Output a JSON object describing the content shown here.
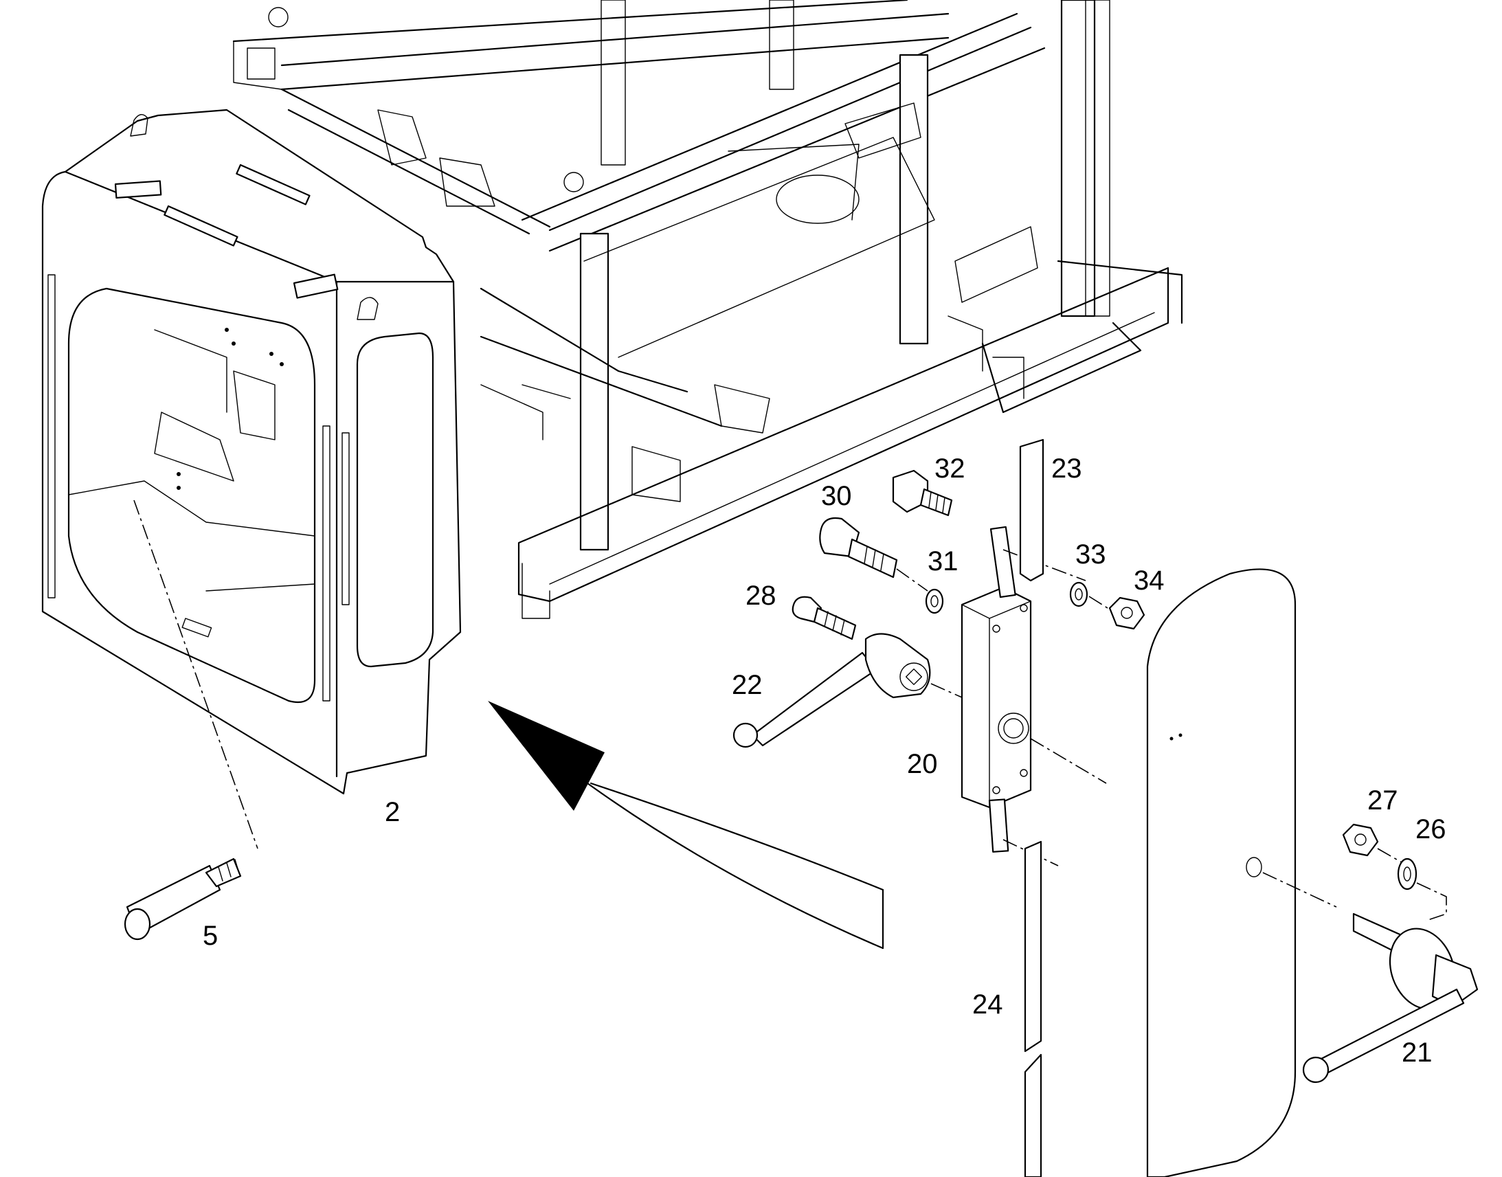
{
  "callouts": {
    "c2": "2",
    "c5": "5",
    "c20": "20",
    "c21": "21",
    "c22": "22",
    "c23": "23",
    "c24": "24",
    "c26": "26",
    "c27": "27",
    "c28": "28",
    "c30": "30",
    "c31": "31",
    "c32": "32",
    "c33": "33",
    "c34": "34"
  },
  "parts": [
    "frame",
    "housing",
    "pin",
    "lock-body",
    "handle-outer",
    "handle-inner",
    "rod-upper",
    "rod-lower",
    "washer",
    "nut",
    "bolt",
    "door-panel"
  ]
}
